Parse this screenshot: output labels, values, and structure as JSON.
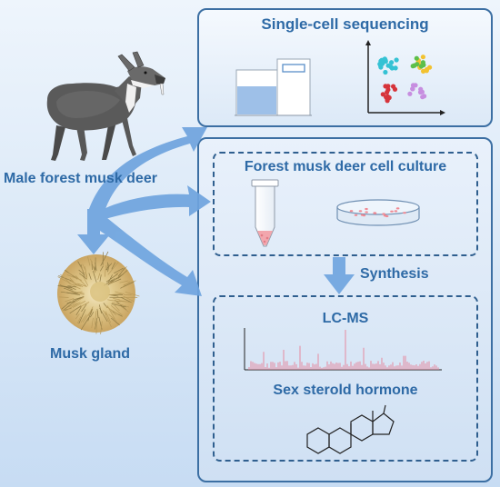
{
  "titles": {
    "single_cell": "Single-cell sequencing",
    "cell_culture": "Forest musk deer cell culture",
    "synthesis": "Synthesis",
    "lcms": "LC-MS",
    "hormone": "Sex sterold hormone",
    "deer": "Male forest musk deer",
    "gland": "Musk gland"
  },
  "colors": {
    "primary_text": "#2e6aa6",
    "panel_border": "#3c6fa3",
    "arrow": "#6fa4de",
    "cluster_cyan": "#35c2d4",
    "cluster_yellow": "#f2c230",
    "cluster_green": "#5cbf4a",
    "cluster_red": "#d6333a",
    "cluster_purple": "#c78ee0",
    "spectrum_peak": "#e58aa0"
  },
  "icons": {
    "sequencer": "sequencer-icon",
    "scatter": "cluster-plot-icon",
    "tube": "centrifuge-tube-icon",
    "dish": "petri-dish-icon",
    "spectrum": "mass-spectrum-icon",
    "steroid": "steroid-structure-icon",
    "deer": "deer-icon",
    "gland": "musk-gland-icon"
  }
}
